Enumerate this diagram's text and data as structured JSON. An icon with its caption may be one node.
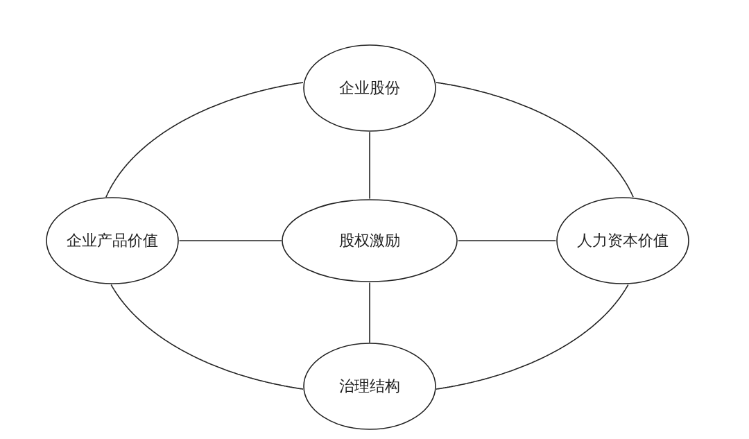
{
  "diagram": {
    "nodes": [
      {
        "text": [
          "企业股份"
        ]
      },
      {
        "text": [
          "企业产品价值"
        ]
      },
      {
        "text": [
          "股权激励"
        ]
      },
      {
        "text": [
          "人力资本价值"
        ]
      },
      {
        "text": [
          "治理结构"
        ]
      }
    ],
    "edges": [
      {
        "from": 0,
        "to": 2,
        "arrow": "none"
      },
      {
        "from": 1,
        "to": 2,
        "arrow": "none"
      },
      {
        "from": 2,
        "to": 3,
        "arrow": "none"
      },
      {
        "from": 2,
        "to": 4,
        "arrow": "none"
      },
      {
        "from": 0,
        "to": 1,
        "arrow": "none"
      },
      {
        "from": 1,
        "to": 4,
        "arrow": "none"
      },
      {
        "from": 4,
        "to": 3,
        "arrow": "none"
      },
      {
        "from": 3,
        "to": 0,
        "arrow": "none"
      }
    ]
  }
}
